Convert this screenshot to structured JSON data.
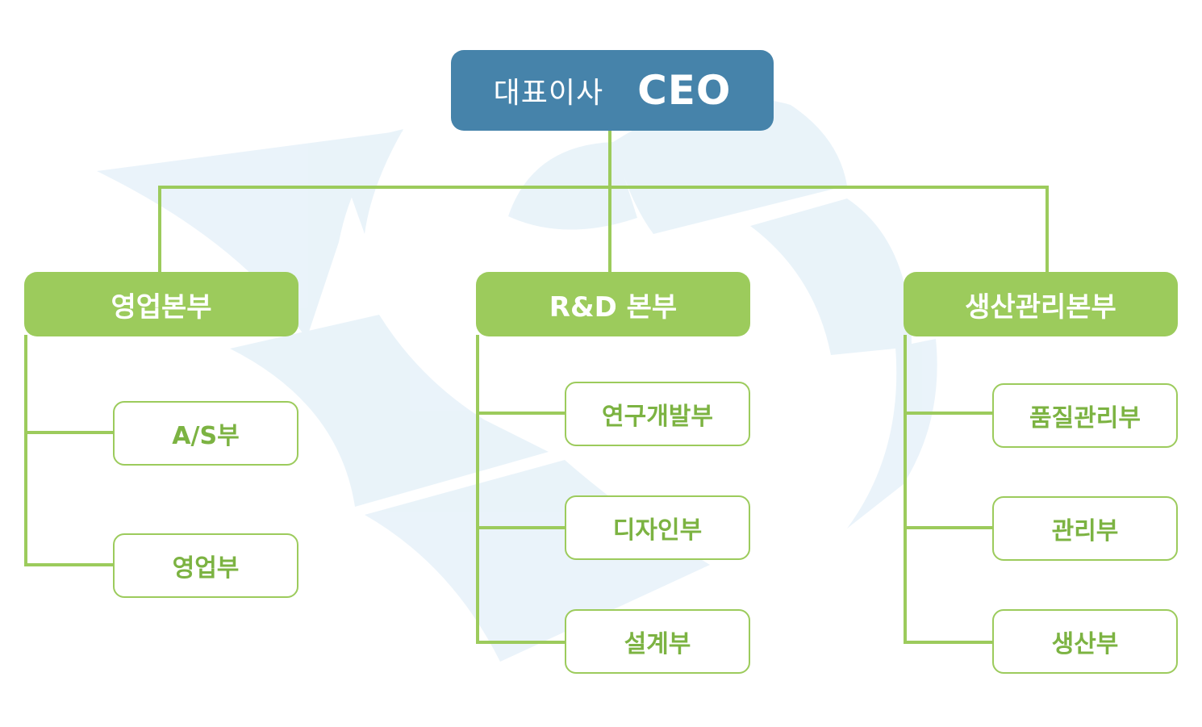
{
  "ceo": {
    "title": "대표이사",
    "abbr": "CEO"
  },
  "divisions": [
    {
      "name": "영업본부",
      "teams": [
        "A/S부",
        "영업부"
      ]
    },
    {
      "name": "R&D 본부",
      "teams": [
        "연구개발부",
        "디자인부",
        "설계부"
      ]
    },
    {
      "name": "생산관리본부",
      "teams": [
        "품질관리부",
        "관리부",
        "생산부"
      ]
    }
  ],
  "colors": {
    "ceo_fill": "#4683aa",
    "division_fill": "#9ccb5c",
    "connector": "#9ccb5c",
    "team_text": "#7cb342",
    "watermark": "#e6f1f9"
  }
}
